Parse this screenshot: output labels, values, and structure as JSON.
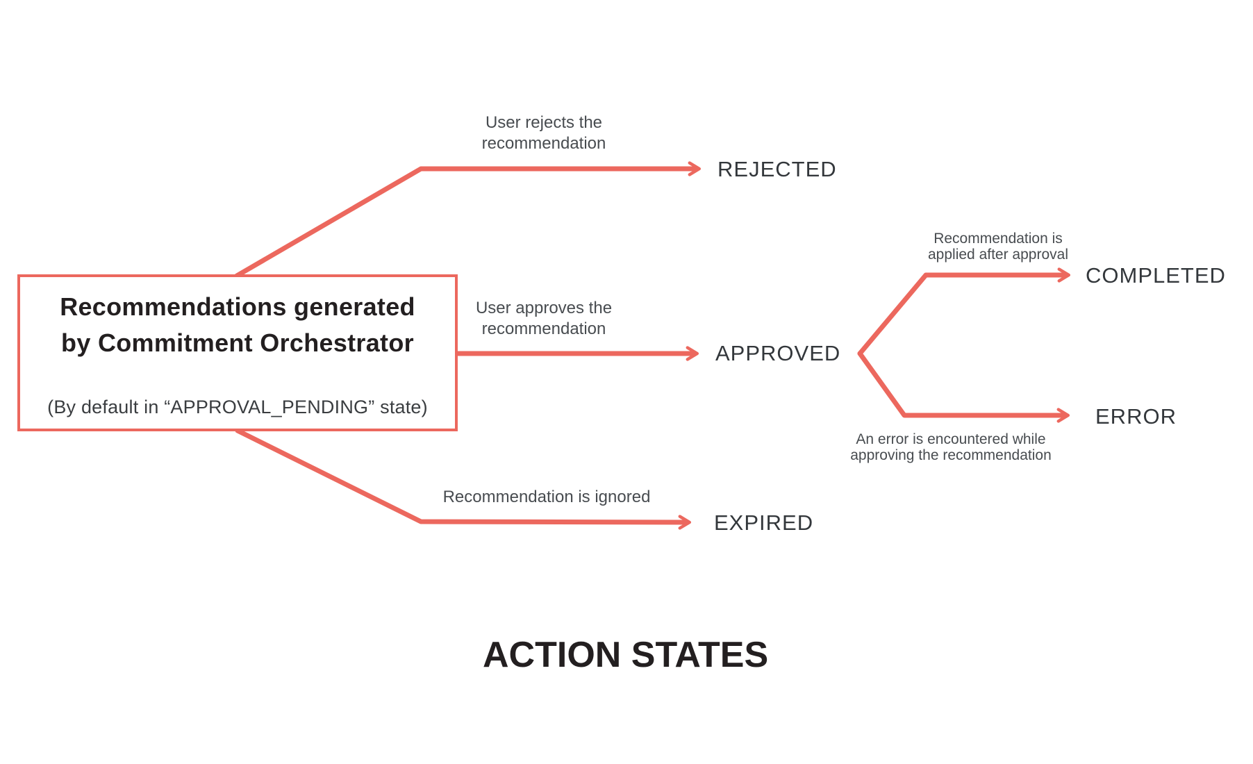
{
  "colors": {
    "accent": "#ec685e",
    "heading_text": "#231f20",
    "state_text": "#33373b",
    "label_text": "#484c50"
  },
  "heading": {
    "title": "ACTION STATES"
  },
  "source": {
    "line1": "Recommendations generated",
    "line2": "by Commitment Orchestrator",
    "note": "(By default in “APPROVAL_PENDING” state)"
  },
  "states": {
    "rejected": "REJECTED",
    "approved": "APPROVED",
    "expired": "EXPIRED",
    "completed": "COMPLETED",
    "error": "ERROR"
  },
  "edge_labels": {
    "reject": {
      "line1": "User rejects the",
      "line2": "recommendation"
    },
    "approve": {
      "line1": "User approves the",
      "line2": "recommendation"
    },
    "expire": {
      "line1": "Recommendation is ignored"
    },
    "complete": {
      "line1": "Recommendation is",
      "line2": "applied after approval"
    },
    "error": {
      "line1": "An error is encountered while",
      "line2": "approving the recommendation"
    }
  }
}
